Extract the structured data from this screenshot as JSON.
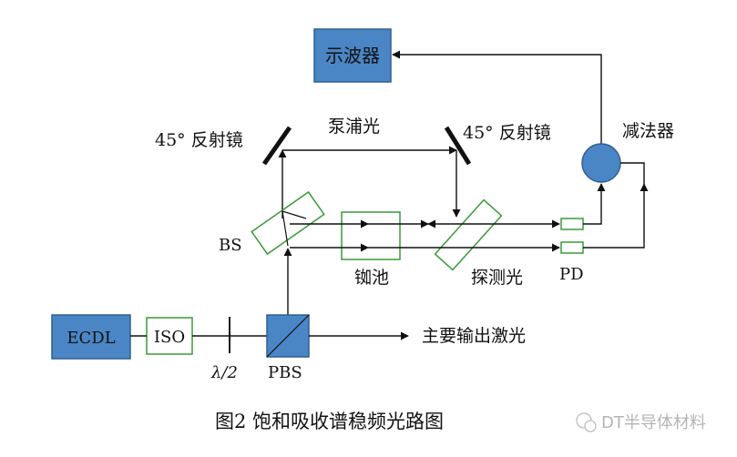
{
  "labels": {
    "oscilloscope": "示波器",
    "mirror_left": "45° 反射镜",
    "mirror_right": "45° 反射镜",
    "pump_light": "泵浦光",
    "subtractor": "减法器",
    "bs": "BS",
    "rb_cell": "铷池",
    "probe_light": "探测光",
    "pd": "PD",
    "ecdl": "ECDL",
    "iso": "ISO",
    "half_wave": "λ/2",
    "pbs": "PBS",
    "output": "主要输出激光"
  },
  "caption": "图2   饱和吸收谱稳频光路图",
  "watermark": "DT半导体材料",
  "colors": {
    "box_fill": "#4a86c5",
    "box_stroke": "#2f5f8f",
    "outline_green": "#3a9a3a",
    "line": "#111111"
  }
}
